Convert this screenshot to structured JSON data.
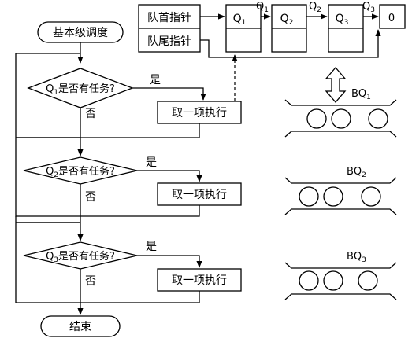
{
  "start_label": "基本级调度",
  "end_label": "结束",
  "yes_label": "是",
  "no_label": "否",
  "levels": [
    {
      "q": "Q",
      "sub": "1",
      "question": "是否有任务?",
      "action": "取一项执行",
      "bq": "BQ",
      "bq_sub": "1"
    },
    {
      "q": "Q",
      "sub": "2",
      "question": "是否有任务?",
      "action": "取一项执行",
      "bq": "BQ",
      "bq_sub": "2"
    },
    {
      "q": "Q",
      "sub": "3",
      "question": "是否有任务?",
      "action": "取一项执行",
      "bq": "BQ",
      "bq_sub": "3"
    }
  ],
  "queue": {
    "head_label": "队首指针",
    "tail_label": "队尾指针",
    "nodes": [
      {
        "q": "Q",
        "sub": "1"
      },
      {
        "q": "Q",
        "sub": "2"
      },
      {
        "q": "Q",
        "sub": "3"
      }
    ],
    "last_value": "0"
  }
}
